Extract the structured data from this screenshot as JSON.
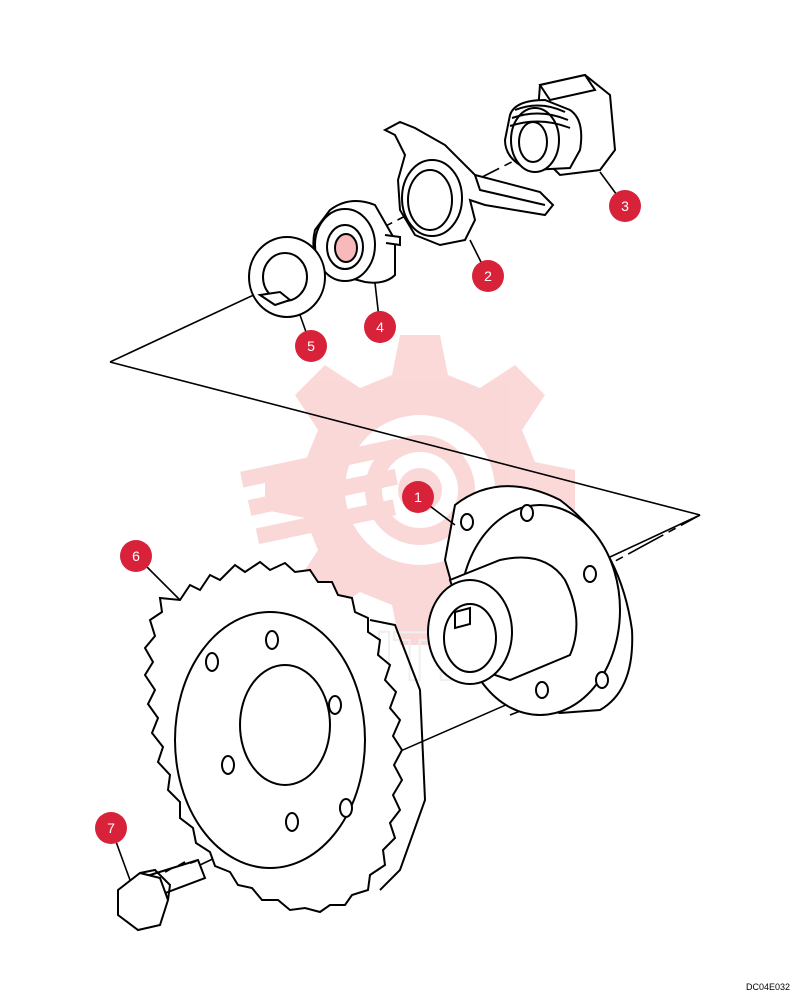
{
  "diagram": {
    "figure_code": "DC04E032",
    "watermark_text": "TUTEX",
    "callout_color": "#d7223a",
    "line_color": "#000000",
    "watermark_color": "#f7b9ba",
    "callouts": [
      {
        "label": "1",
        "part": "hub"
      },
      {
        "label": "2",
        "part": "lock-plate"
      },
      {
        "label": "3",
        "part": "nut"
      },
      {
        "label": "4",
        "part": "bushing"
      },
      {
        "label": "5",
        "part": "thrust-washer"
      },
      {
        "label": "6",
        "part": "gear"
      },
      {
        "label": "7",
        "part": "bolt"
      }
    ]
  }
}
